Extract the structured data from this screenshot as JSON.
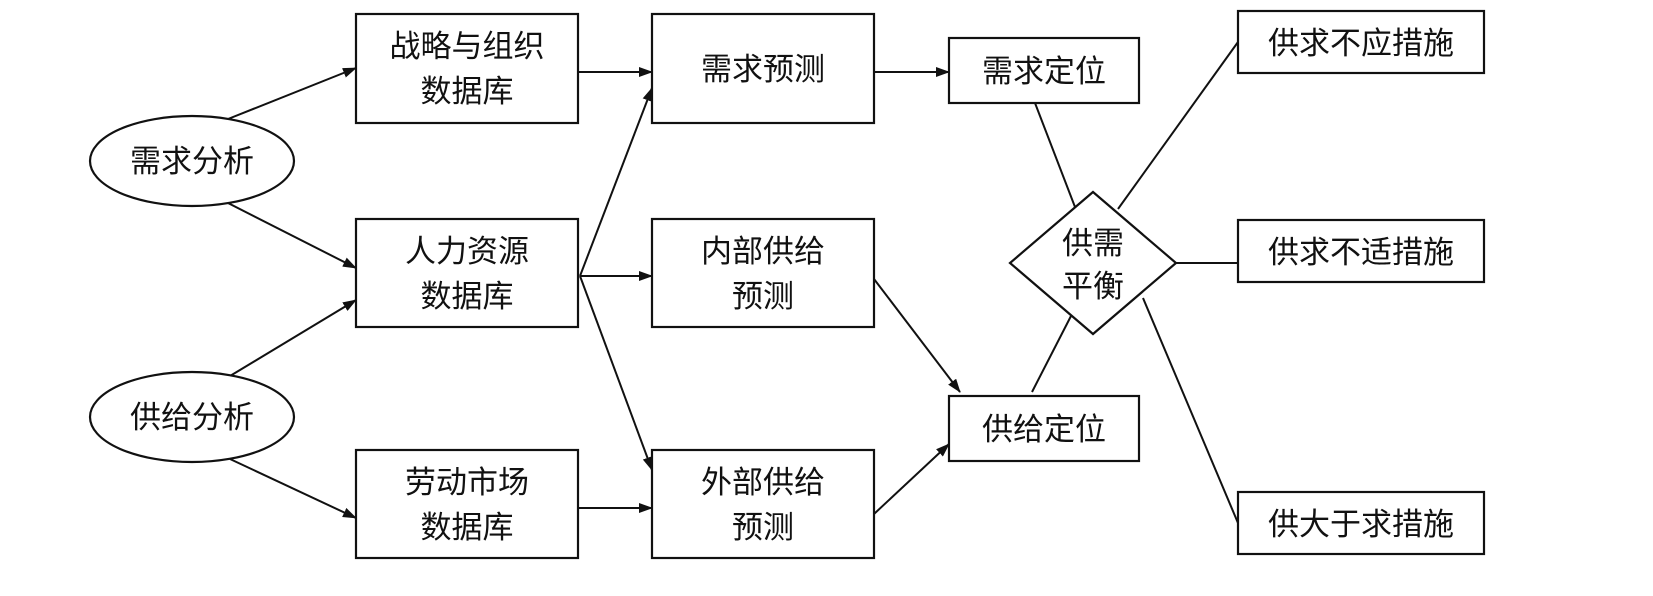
{
  "nodes": {
    "demand_analysis": [
      "需求分析"
    ],
    "supply_analysis": [
      "供给分析"
    ],
    "strategy_db": [
      "战略与组织",
      "数据库"
    ],
    "hr_db": [
      "人力资源",
      "数据库"
    ],
    "labor_db": [
      "劳动市场",
      "数据库"
    ],
    "demand_forecast": [
      "需求预测"
    ],
    "internal_forecast": [
      "内部供给",
      "预测"
    ],
    "external_forecast": [
      "外部供给",
      "预测"
    ],
    "demand_position": [
      "需求定位"
    ],
    "supply_position": [
      "供给定位"
    ],
    "balance": [
      "供需",
      "平衡"
    ],
    "measure_shortage": [
      "供求不应措施"
    ],
    "measure_mismatch": [
      "供求不适措施"
    ],
    "measure_surplus": [
      "供大于求措施"
    ]
  },
  "edges": [
    {
      "from": "demand_analysis",
      "to": "strategy_db",
      "arrow": true
    },
    {
      "from": "demand_analysis",
      "to": "hr_db",
      "arrow": true
    },
    {
      "from": "supply_analysis",
      "to": "hr_db",
      "arrow": true
    },
    {
      "from": "supply_analysis",
      "to": "labor_db",
      "arrow": true
    },
    {
      "from": "strategy_db",
      "to": "demand_forecast",
      "arrow": true
    },
    {
      "from": "hr_db",
      "to": "demand_forecast",
      "arrow": true
    },
    {
      "from": "hr_db",
      "to": "internal_forecast",
      "arrow": true
    },
    {
      "from": "hr_db",
      "to": "external_forecast",
      "arrow": true
    },
    {
      "from": "labor_db",
      "to": "external_forecast",
      "arrow": true
    },
    {
      "from": "demand_forecast",
      "to": "demand_position",
      "arrow": true
    },
    {
      "from": "internal_forecast",
      "to": "supply_position",
      "arrow": true
    },
    {
      "from": "external_forecast",
      "to": "supply_position",
      "arrow": true
    },
    {
      "from": "demand_position",
      "to": "balance",
      "arrow": false
    },
    {
      "from": "supply_position",
      "to": "balance",
      "arrow": false
    },
    {
      "from": "balance",
      "to": "measure_shortage",
      "arrow": false
    },
    {
      "from": "balance",
      "to": "measure_mismatch",
      "arrow": false
    },
    {
      "from": "balance",
      "to": "measure_surplus",
      "arrow": false
    }
  ],
  "colors": {
    "stroke": "#111111",
    "fill": "#ffffff",
    "text": "#111111"
  }
}
